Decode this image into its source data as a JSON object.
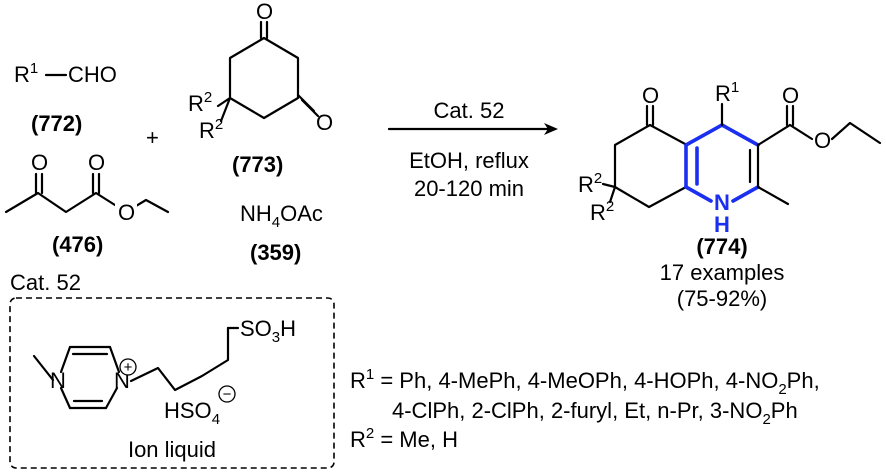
{
  "reactants": {
    "aldehyde": {
      "r": "R",
      "sup": "1",
      "group": "CHO",
      "id": "(772)"
    },
    "plus": "+",
    "ketoester": {
      "o1": "O",
      "o2": "O",
      "o3": "O",
      "id": "(476)"
    },
    "dione": {
      "o_top": "O",
      "o_right": "O",
      "r2a": "R",
      "r2a_sup": "2",
      "r2b": "R",
      "r2b_sup": "2",
      "id": "(773)"
    },
    "ammonium": {
      "pre": "NH",
      "sub": "4",
      "post": "OAc",
      "id": "(359)"
    }
  },
  "conditions": {
    "catalyst": "Cat. 52",
    "solvent": "EtOH, reflux",
    "time": "20-120 min"
  },
  "product": {
    "o_ring": "O",
    "r1": "R",
    "r1_sup": "1",
    "o_carbonyl": "O",
    "o_ester": "O",
    "r2a": "R",
    "r2a_sup": "2",
    "r2b": "R",
    "r2b_sup": "2",
    "n": "N",
    "h": "H",
    "id": "(774)",
    "examples": "17 examples",
    "yield": "(75-92%)"
  },
  "catalyst_box": {
    "title": "Cat. 52",
    "n1": "N",
    "n2": "N",
    "plus": "+",
    "minus": "−",
    "so3h_pre": "SO",
    "so3h_sub": "3",
    "so3h_post": "H",
    "hso4_pre": "HSO",
    "hso4_sub": "4",
    "caption": "Ion liquid"
  },
  "substituents": {
    "r1_label": "R",
    "r1_sup": "1",
    "r1_line1_pre": " = Ph, 4-MePh, 4-MeOPh, 4-HOPh, 4-NO",
    "r1_line1_sub": "2",
    "r1_line1_post": "Ph,",
    "r1_line2_pre": "4-ClPh, 2-ClPh, 2-furyl, Et, n-Pr, 3-NO",
    "r1_line2_sub": "2",
    "r1_line2_post": "Ph",
    "r2_label": "R",
    "r2_sup": "2",
    "r2_values": " = Me, H"
  }
}
